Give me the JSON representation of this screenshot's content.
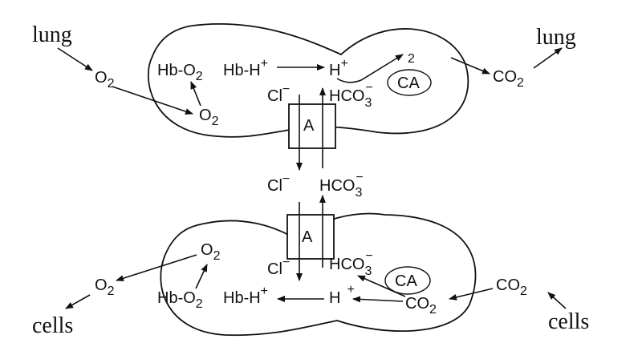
{
  "labels": {
    "lung": "lung",
    "cells": "cells",
    "o2": "O",
    "co2": "CO",
    "two": "2",
    "hb_o2": "Hb-O",
    "hb_h": "Hb-H",
    "h": "H",
    "plus": "+",
    "minus": "−",
    "hco3": "HCO",
    "three": "3",
    "cl": "Cl",
    "ca": "CA",
    "transporter": "A"
  }
}
